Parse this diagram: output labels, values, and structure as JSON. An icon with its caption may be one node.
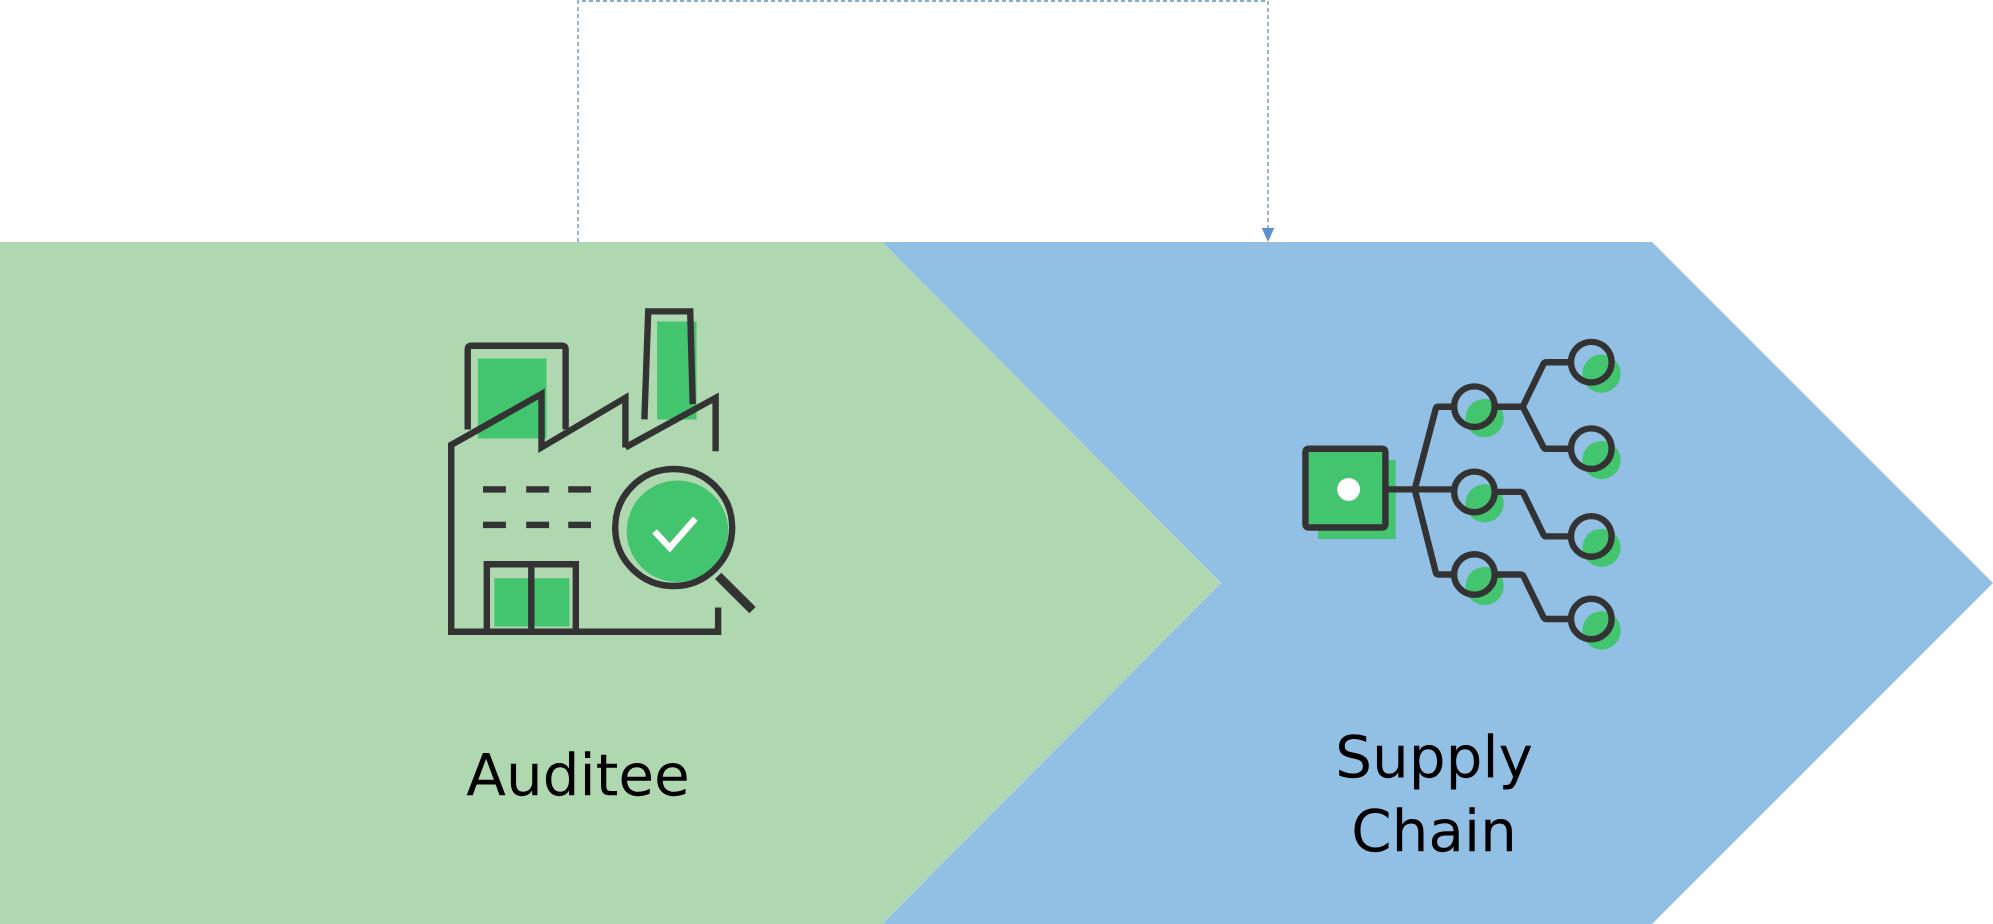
{
  "diagram": {
    "nodes": [
      {
        "text": [
          "Auditee"
        ]
      },
      {
        "text": [
          "Supply Chain"
        ]
      }
    ],
    "edges": [
      {
        "from": 0,
        "to": 1,
        "arrow": "to",
        "style": "dashed",
        "color": "#5b8fd0"
      }
    ]
  }
}
